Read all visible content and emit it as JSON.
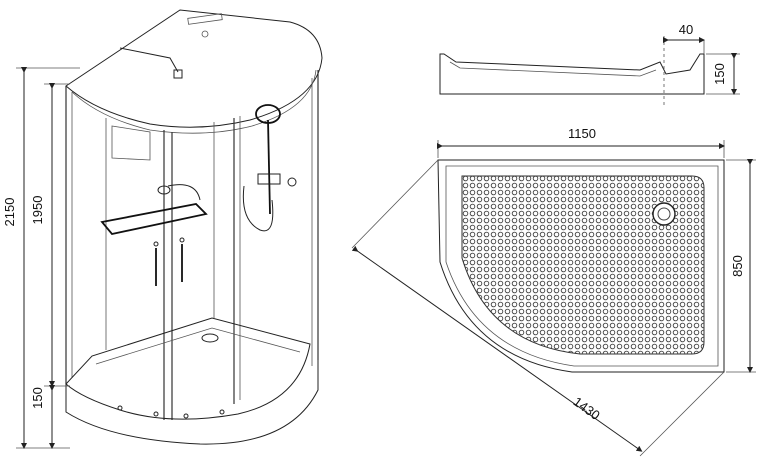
{
  "dimensions": {
    "total_height": "2150",
    "cabin_height": "1950",
    "tray_height": "150",
    "tray_length": "1150",
    "tray_width": "850",
    "diagonal": "1430",
    "profile_step": "40",
    "profile_height": "150"
  },
  "colors": {
    "line": "#222222",
    "tray_dots": "#444444",
    "background": "#ffffff"
  }
}
